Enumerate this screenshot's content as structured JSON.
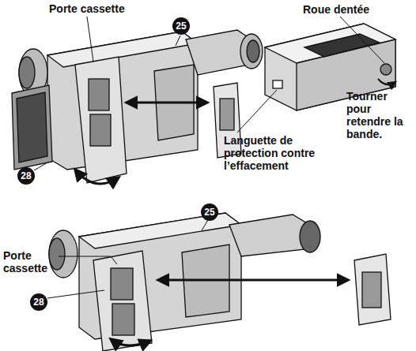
{
  "diagram": {
    "labels": [
      "Porte cassette",
      "25",
      "Roue dentée",
      "Tourner pour retendre la bande.",
      "Languette de protection contre l’effacement",
      "28",
      "25",
      "Porte cassette",
      "28"
    ]
  }
}
